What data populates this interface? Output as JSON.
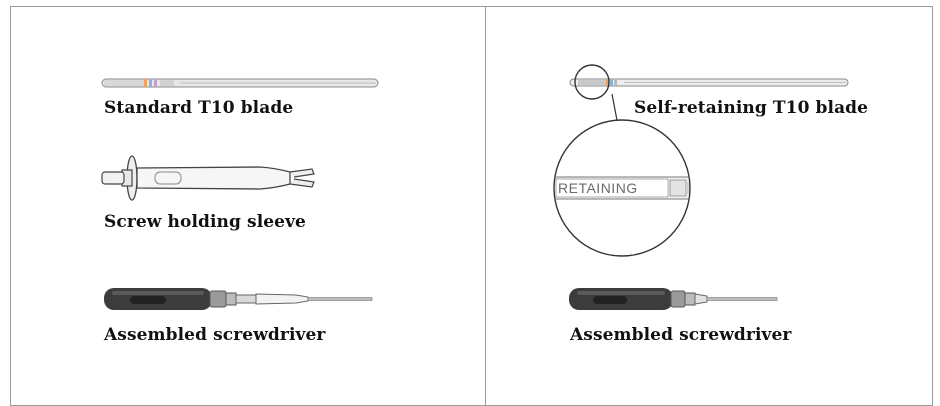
{
  "left_panel": {
    "items": [
      {
        "label": "Standard T10 blade",
        "icon": "screwdriver-blade-icon"
      },
      {
        "label": "Screw holding sleeve",
        "icon": "sleeve-icon"
      },
      {
        "label": "Assembled screwdriver",
        "icon": "screwdriver-icon"
      }
    ]
  },
  "right_panel": {
    "items": [
      {
        "label": "Self-retaining T10 blade",
        "icon": "self-retaining-blade-icon"
      },
      {
        "label": "Assembled screwdriver",
        "icon": "screwdriver-icon"
      }
    ],
    "magnifier": {
      "text": "RETAINING",
      "icon": "magnifier-callout-icon"
    }
  }
}
